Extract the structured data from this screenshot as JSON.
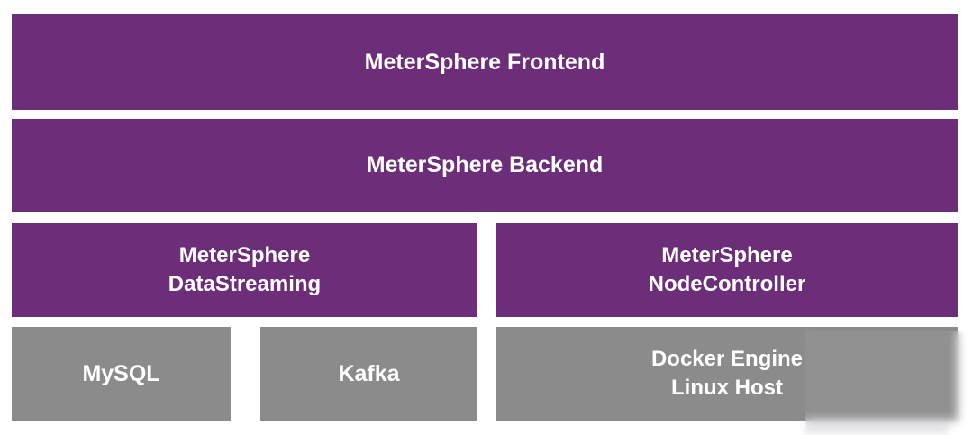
{
  "diagram": {
    "colors": {
      "purple": "#6C2E78",
      "gray": "#8B8B8B",
      "text": "#FFFFFF",
      "background": "#FFFFFF"
    },
    "layers": {
      "frontend": {
        "label": "MeterSphere Frontend"
      },
      "backend": {
        "label": "MeterSphere Backend"
      },
      "datastreaming": {
        "label": "MeterSphere\nDataStreaming"
      },
      "nodecontroller": {
        "label": "MeterSphere\nNodeController"
      },
      "mysql": {
        "label": "MySQL"
      },
      "kafka": {
        "label": "Kafka"
      },
      "docker": {
        "label": "Docker Engine\nLinux Host"
      }
    }
  }
}
